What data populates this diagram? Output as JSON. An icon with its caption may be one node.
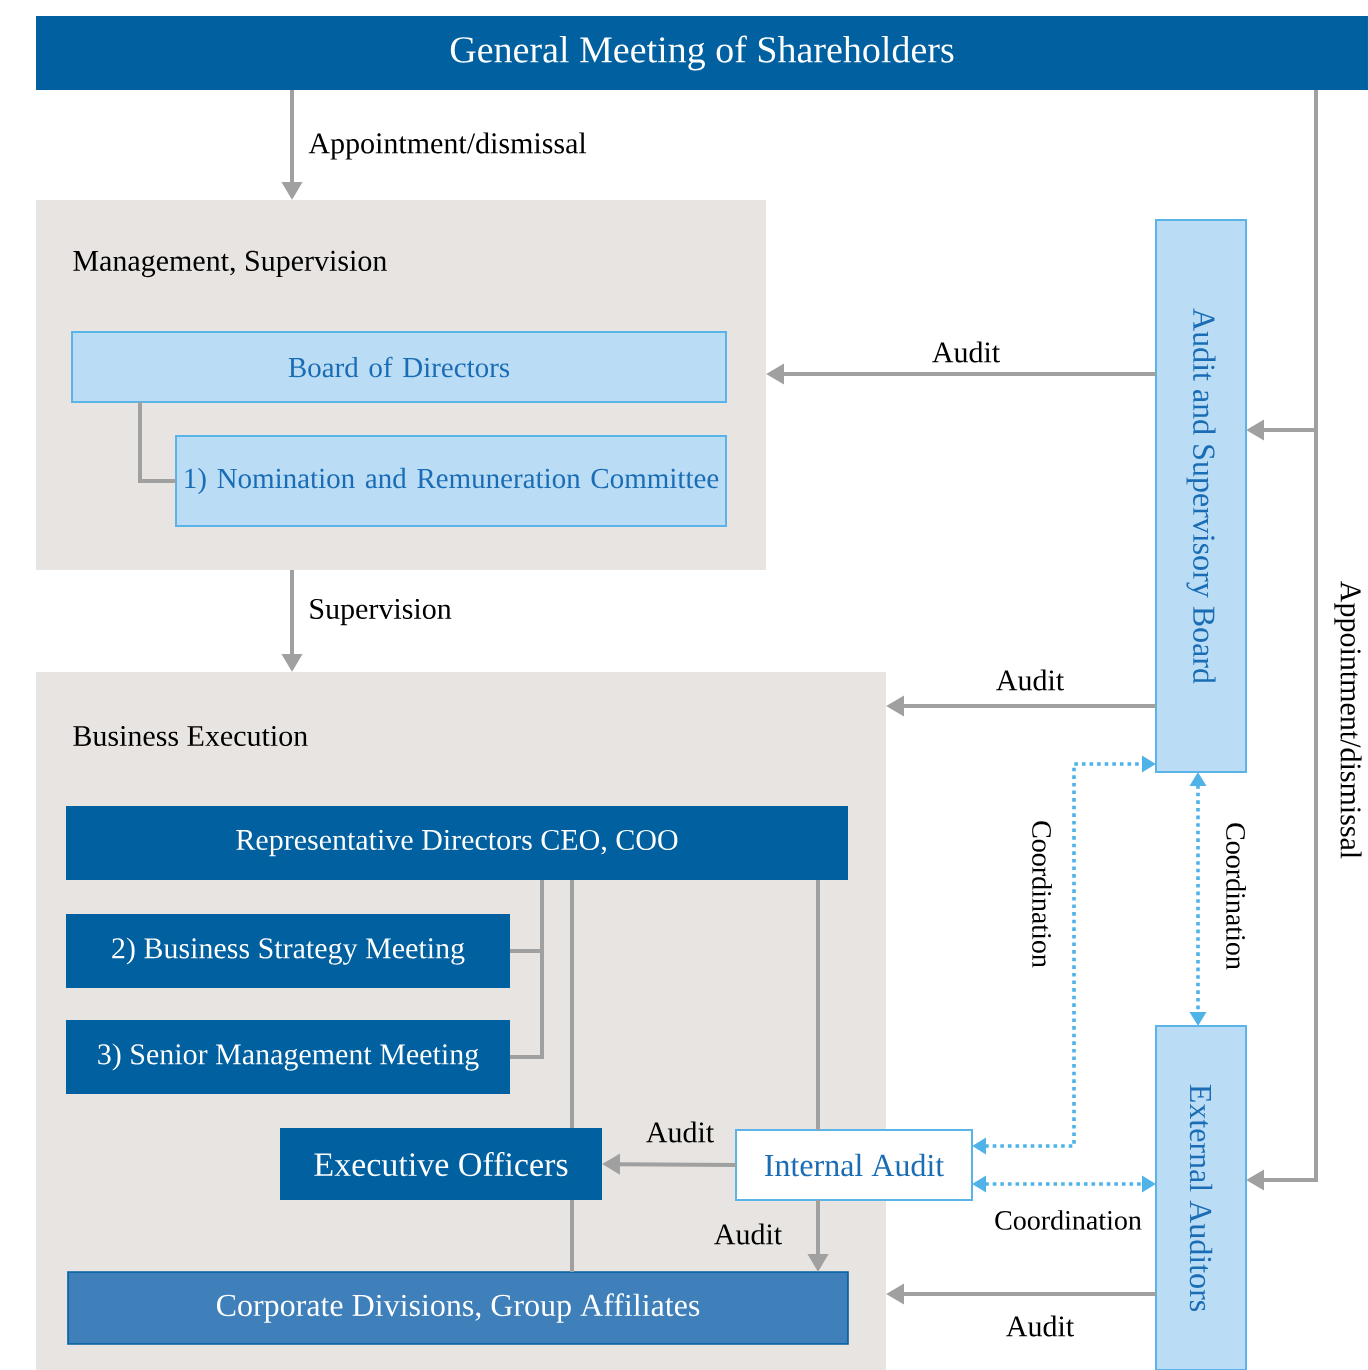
{
  "diagram": {
    "nodes": [
      {
        "text": [
          "General Meeting of Shareholders"
        ]
      },
      {
        "text": [
          "Management, Supervision"
        ]
      },
      {
        "text": [
          "Board of Directors"
        ],
        "in": 1
      },
      {
        "text": [
          "1) Nomination and Remuneration Committee"
        ],
        "in": 1
      },
      {
        "text": [
          "Business Execution"
        ]
      },
      {
        "text": [
          "Representative Directors CEO, COO"
        ],
        "in": 4
      },
      {
        "text": [
          "2) Business Strategy Meeting"
        ],
        "in": 4
      },
      {
        "text": [
          "3) Senior Management Meeting"
        ],
        "in": 4
      },
      {
        "text": [
          "Executive Officers"
        ],
        "in": 4
      },
      {
        "text": [
          "Internal Audit"
        ]
      },
      {
        "text": [
          "Corporate Divisions, Group Affiliates"
        ],
        "in": 4
      },
      {
        "text": [
          "Audit and Supervisory Board"
        ]
      },
      {
        "text": [
          "External Auditors"
        ]
      }
    ],
    "edges": [
      {
        "from": 0,
        "to": 1,
        "arrow": "to",
        "label": "Appointment/dismissal"
      },
      {
        "from": 1,
        "to": 4,
        "arrow": "to",
        "label": "Supervision"
      },
      {
        "from": 0,
        "to": 11,
        "arrow": "to"
      },
      {
        "from": 0,
        "to": 12,
        "arrow": "to",
        "label": "Appointment/dismissal"
      },
      {
        "from": 11,
        "to": 1,
        "arrow": "to",
        "label": "Audit"
      },
      {
        "from": 11,
        "to": 4,
        "arrow": "to",
        "label": "Audit"
      },
      {
        "from": 12,
        "to": 4,
        "arrow": "to",
        "label": "Audit"
      },
      {
        "from": 2,
        "to": 3,
        "arrow": "none"
      },
      {
        "from": 5,
        "to": 6,
        "arrow": "none"
      },
      {
        "from": 5,
        "to": 7,
        "arrow": "none"
      },
      {
        "from": 5,
        "to": 8,
        "arrow": "none"
      },
      {
        "from": 8,
        "to": 10,
        "arrow": "none"
      },
      {
        "from": 5,
        "to": 9,
        "arrow": "none"
      },
      {
        "from": 9,
        "to": 10,
        "arrow": "to",
        "label": "Audit"
      },
      {
        "from": 9,
        "to": 8,
        "arrow": "to",
        "label": "Audit"
      },
      {
        "from": 9,
        "to": 11,
        "arrow": "both",
        "style": "dashed",
        "color": "#4fb3e8",
        "label": "Coordination"
      },
      {
        "from": 11,
        "to": 12,
        "arrow": "both",
        "style": "dashed",
        "color": "#4fb3e8",
        "label": "Coordination"
      },
      {
        "from": 9,
        "to": 12,
        "arrow": "both",
        "style": "dashed",
        "color": "#4fb3e8",
        "label": "Coordination"
      }
    ]
  }
}
